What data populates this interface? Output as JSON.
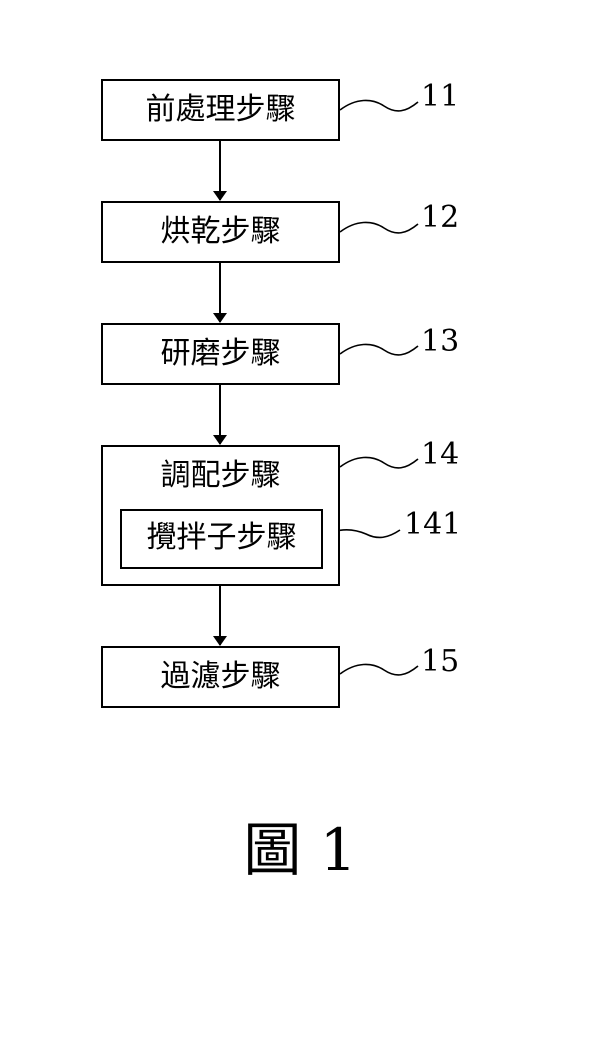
{
  "steps": {
    "pretreatment": {
      "label": "前處理步驟",
      "ref": "11"
    },
    "drying": {
      "label": "烘乾步驟",
      "ref": "12"
    },
    "grinding": {
      "label": "研磨步驟",
      "ref": "13"
    },
    "blending": {
      "label": "調配步驟",
      "ref": "14",
      "substep": {
        "label": "攪拌子步驟",
        "ref": "141"
      }
    },
    "filtering": {
      "label": "過濾步驟",
      "ref": "15"
    }
  },
  "caption": "圖 1"
}
